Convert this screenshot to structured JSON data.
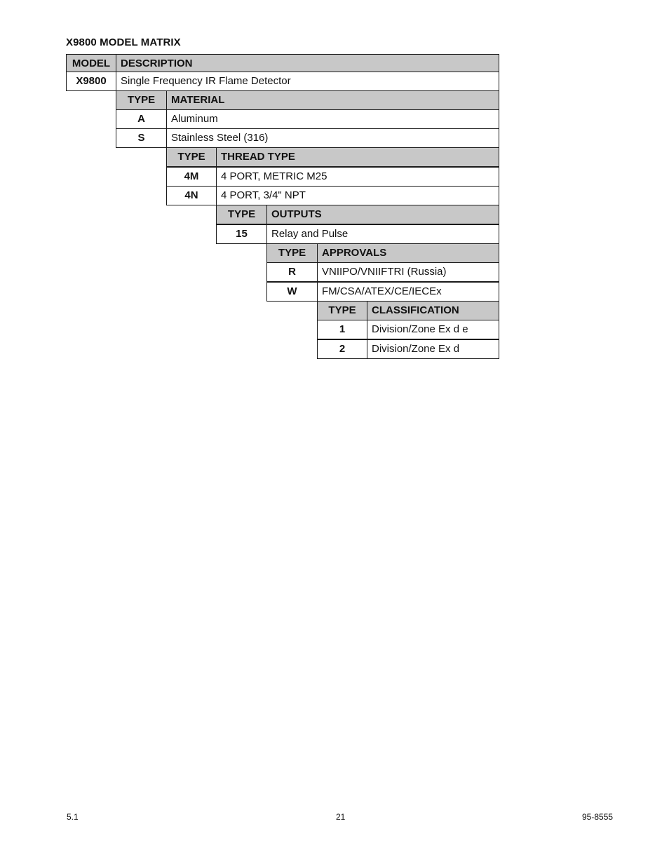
{
  "title": "X9800 MODEL MATRIX",
  "matrix": {
    "model": {
      "header_code": "MODEL",
      "header_desc": "DESCRIPTION",
      "rows": [
        {
          "code": "X9800",
          "desc": "Single Frequency IR Flame Detector"
        }
      ]
    },
    "material": {
      "header_code": "TYPE",
      "header_desc": "MATERIAL",
      "rows": [
        {
          "code": "A",
          "desc": "Aluminum"
        },
        {
          "code": "S",
          "desc": "Stainless Steel (316)"
        }
      ]
    },
    "thread": {
      "header_code": "TYPE",
      "header_desc": "THREAD TYPE",
      "rows": [
        {
          "code": "4M",
          "desc": "4 PORT, METRIC M25"
        },
        {
          "code": "4N",
          "desc": "4 PORT, 3/4\" NPT"
        }
      ]
    },
    "outputs": {
      "header_code": "TYPE",
      "header_desc": "OUTPUTS",
      "rows": [
        {
          "code": "15",
          "desc": "Relay and Pulse"
        }
      ]
    },
    "approvals": {
      "header_code": "TYPE",
      "header_desc": "APPROVALS",
      "rows": [
        {
          "code": "R",
          "desc": "VNIIPO/VNIIFTRI (Russia)"
        },
        {
          "code": "W",
          "desc": "FM/CSA/ATEX/CE/IECEx"
        }
      ]
    },
    "classification": {
      "header_code": "TYPE",
      "header_desc": "CLASSIFICATION",
      "rows": [
        {
          "code": "1",
          "desc": "Division/Zone Ex d e"
        },
        {
          "code": "2",
          "desc": "Division/Zone Ex d"
        }
      ]
    }
  },
  "footer": {
    "left": "5.1",
    "center": "21",
    "right": "95-8555"
  }
}
